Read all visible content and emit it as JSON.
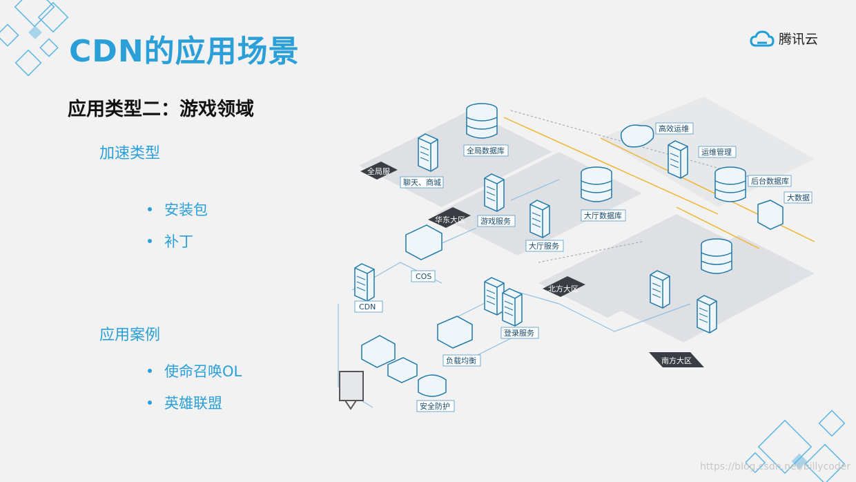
{
  "slide": {
    "title": "CDN的应用场景",
    "logo_text": "腾讯云",
    "subtitle": "应用类型二：游戏领域",
    "section1": {
      "heading": "加速类型",
      "bullets": [
        "安装包",
        "补丁"
      ]
    },
    "section2": {
      "heading": "应用案例",
      "bullets": [
        "使命召唤OL",
        "英雄联盟"
      ]
    },
    "watermark": "https://blog.csdn.net/billycoder"
  },
  "diagram": {
    "zones": [
      "全局服",
      "华东大区",
      "北方大区",
      "南方大区"
    ],
    "nodes": {
      "global_db": "全局数据库",
      "chat": "聊天、商城",
      "game_service": "游戏服务",
      "hall_service": "大厅服务",
      "hall_db": "大厅数据库",
      "ops": "高效运维",
      "ops_mgmt": "运维管理",
      "backend_db": "后台数据库",
      "bigdata": "大数据",
      "cos": "COS",
      "cdn": "CDN",
      "login": "登录服务",
      "lb": "负载均衡",
      "security": "安全防护"
    }
  }
}
